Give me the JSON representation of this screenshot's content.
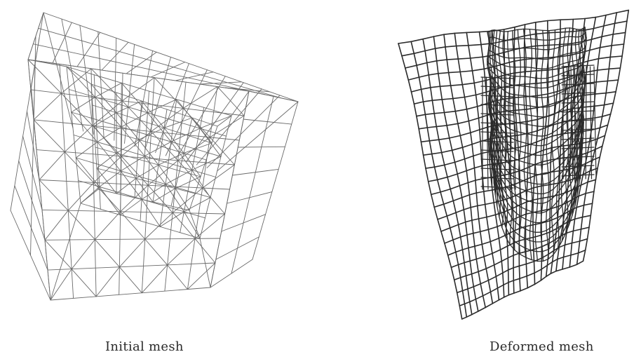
{
  "figure": {
    "panels": [
      {
        "id": "initial",
        "caption": "Initial mesh"
      },
      {
        "id": "deformed",
        "caption": "Deformed mesh"
      }
    ]
  },
  "style": {
    "initial_line_color": "#6a6a6a",
    "deformed_line_color": "#2b2b2b",
    "background": "#ffffff"
  }
}
